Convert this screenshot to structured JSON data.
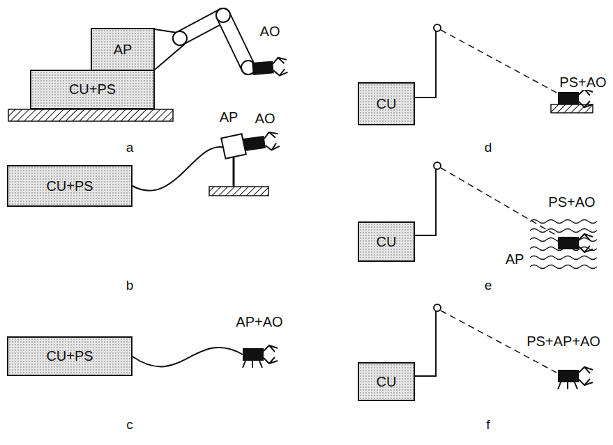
{
  "diagram": {
    "nodes": [
      {
        "text": [
          "AP"
        ]
      },
      {
        "text": [
          "CU+PS"
        ]
      },
      {
        "text": [
          "CU+PS"
        ]
      },
      {
        "text": [
          "CU+PS"
        ]
      },
      {
        "text": [
          "CU"
        ]
      },
      {
        "text": [
          "CU"
        ]
      },
      {
        "text": [
          "CU"
        ]
      }
    ],
    "labels": [
      "AO",
      "a",
      "AP",
      "AO",
      "b",
      "AP+AO",
      "c",
      "PS+AO",
      "d",
      "PS+AO",
      "AP",
      "e",
      "PS+AP+AO",
      "f"
    ]
  }
}
